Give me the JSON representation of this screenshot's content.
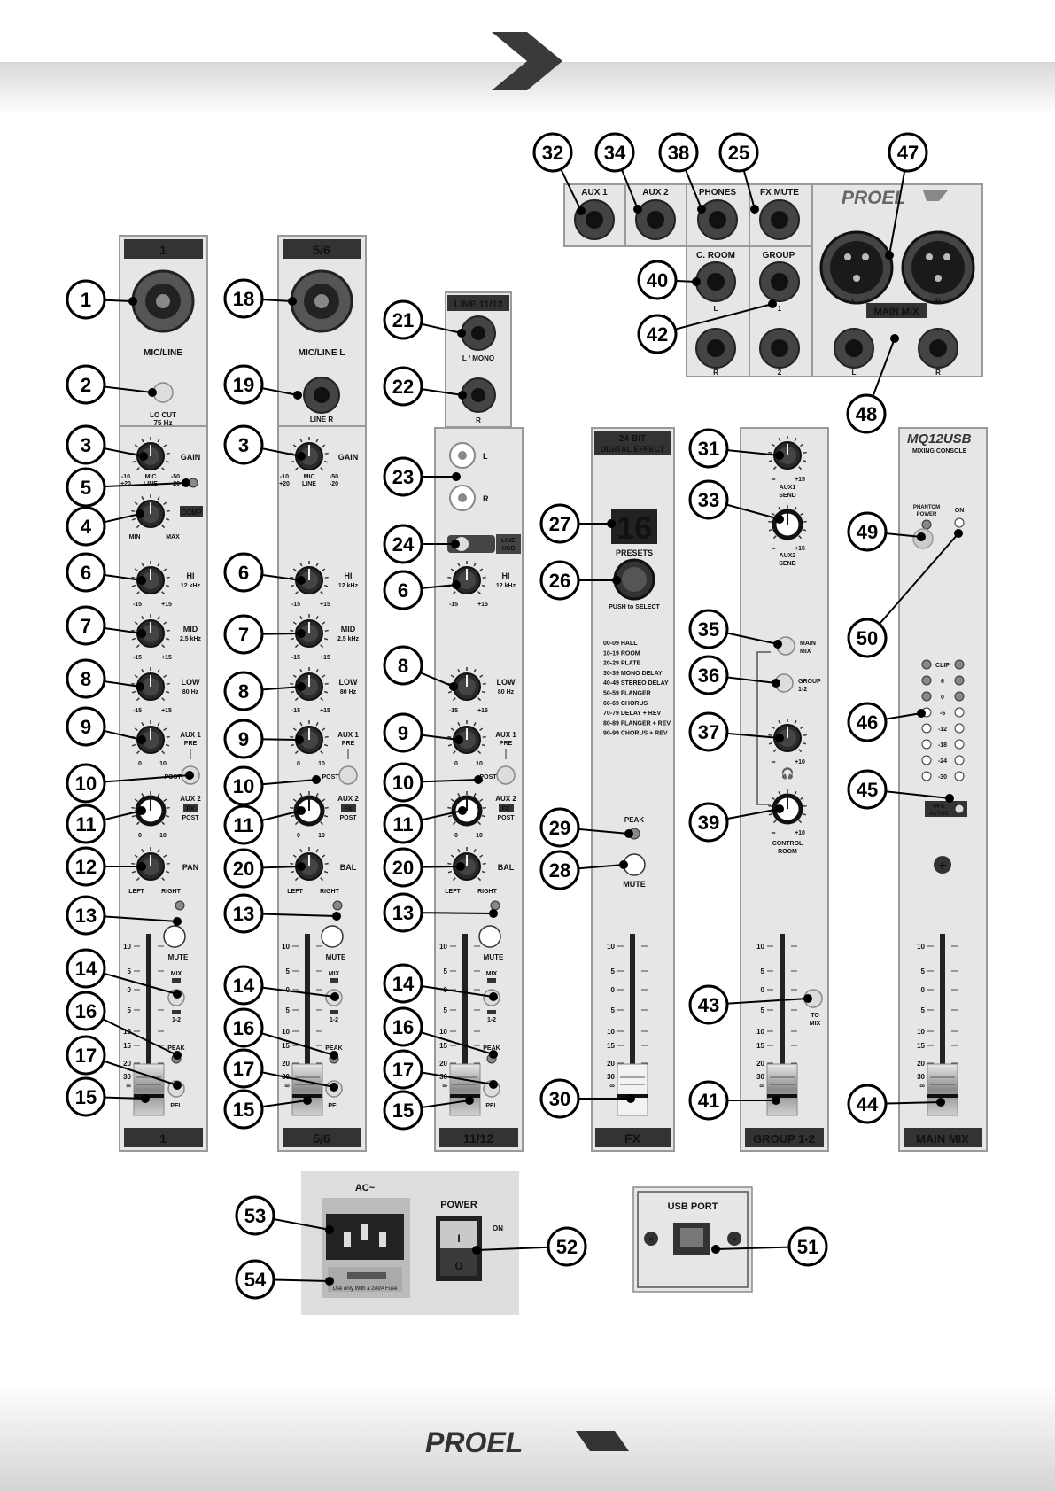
{
  "brand": {
    "logo": "PROEL",
    "model": "MQ12USB",
    "model_sub": "MIXING CONSOLE"
  },
  "strips": [
    {
      "id": "ch1",
      "top": "1",
      "bottom": "1",
      "connector": "MIC/LINE",
      "locut": "LO CUT",
      "locut_freq": "75 Hz",
      "gain": "GAIN",
      "gain_range": [
        "-10",
        "MIC",
        "-50"
      ],
      "gain_range2": [
        "+20",
        "LINE",
        "-20"
      ],
      "comp": "COMP",
      "comp_range": [
        "MIN",
        "MAX"
      ],
      "eq": [
        {
          "label": "HI",
          "freq": "12 kHz"
        },
        {
          "label": "MID",
          "freq": "2.5 kHz"
        },
        {
          "label": "LOW",
          "freq": "80 Hz"
        }
      ],
      "eq_range": [
        "-15",
        "+15"
      ],
      "aux1": [
        "AUX 1",
        "PRE"
      ],
      "aux_range": [
        "0",
        "10"
      ],
      "post": "POST",
      "aux2": [
        "AUX 2",
        "FX",
        "POST"
      ],
      "pan": "PAN",
      "pan_range": [
        "LEFT",
        "RIGHT"
      ],
      "mute": "MUTE",
      "mix": "MIX",
      "grp": "1-2",
      "peak": "PEAK",
      "pfl": "PFL"
    },
    {
      "id": "ch56",
      "top": "5/6",
      "bottom": "5/6",
      "connector": "MIC/LINE L",
      "line_r": "LINE R",
      "gain": "GAIN",
      "gain_range": [
        "-10",
        "MIC",
        "-50"
      ],
      "gain_range2": [
        "+20",
        "LINE",
        "-20"
      ],
      "eq": [
        {
          "label": "HI",
          "freq": "12 kHz"
        },
        {
          "label": "MID",
          "freq": "2.5 kHz"
        },
        {
          "label": "LOW",
          "freq": "80 Hz"
        }
      ],
      "eq_range": [
        "-15",
        "+15"
      ],
      "aux1": [
        "AUX 1",
        "PRE"
      ],
      "aux_range": [
        "0",
        "10"
      ],
      "post": "POST",
      "aux2": [
        "AUX 2",
        "FX",
        "POST"
      ],
      "pan": "BAL",
      "pan_range": [
        "LEFT",
        "RIGHT"
      ],
      "mute": "MUTE",
      "mix": "MIX",
      "grp": "1-2",
      "peak": "PEAK",
      "pfl": "PFL"
    },
    {
      "id": "ch1112",
      "top": "LINE 11/12",
      "bottom": "11/12",
      "jack1": "L / MONO",
      "jack2": "R",
      "rca_l": "L",
      "rca_r": "R",
      "sw": [
        "LINE",
        "USB"
      ],
      "eq": [
        {
          "label": "HI",
          "freq": "12 kHz"
        },
        {
          "label": "LOW",
          "freq": "80 Hz"
        }
      ],
      "eq_range": [
        "-15",
        "+15"
      ],
      "aux1": [
        "AUX 1",
        "PRE"
      ],
      "aux_range": [
        "0",
        "10"
      ],
      "post": "POST",
      "aux2": [
        "AUX 2",
        "FX",
        "POST"
      ],
      "pan": "BAL",
      "pan_range": [
        "LEFT",
        "RIGHT"
      ],
      "mute": "MUTE",
      "mix": "MIX",
      "grp": "1-2",
      "peak": "PEAK",
      "pfl": "PFL"
    }
  ],
  "fx": {
    "top": [
      "24-BIT",
      "DIGITAL EFFECT"
    ],
    "display": "16",
    "presets": "PRESETS",
    "push": "PUSH to SELECT",
    "list": [
      "00-09 HALL",
      "10-19 ROOM",
      "20-29 PLATE",
      "30-39 MONO DELAY",
      "40-49 STEREO DELAY",
      "50-59 FLANGER",
      "60-69 CHORUS",
      "70-79 DELAY + REV",
      "80-89 FLANGER + REV",
      "90-99 CHORUS + REV"
    ],
    "peak": "PEAK",
    "mute": "MUTE",
    "bottom": "FX"
  },
  "group": {
    "aux1_send": [
      "AUX1",
      "SEND"
    ],
    "aux2_send": [
      "AUX2",
      "SEND"
    ],
    "send_range": [
      "∞",
      "+15"
    ],
    "main_mix": [
      "MAIN",
      "MIX"
    ],
    "group12": [
      "GROUP",
      "1-2"
    ],
    "phones_range": [
      "∞",
      "+10"
    ],
    "control_room": [
      "CONTROL",
      "ROOM"
    ],
    "to_mix": [
      "TO",
      "MIX"
    ],
    "bottom": "GROUP 1-2"
  },
  "main": {
    "phantom": [
      "PHANTOM",
      "POWER"
    ],
    "on": "ON",
    "meter": [
      "CLIP",
      "6",
      "0",
      "-6",
      "-12",
      "-18",
      "-24",
      "-30"
    ],
    "pfl_active": [
      "PFL",
      "ACTIVE"
    ],
    "bottom": "MAIN MIX"
  },
  "rear": {
    "jacks": [
      "AUX 1",
      "AUX 2",
      "PHONES",
      "FX MUTE"
    ],
    "croom": "C. ROOM",
    "group": "GROUP",
    "croom_lr": [
      "L",
      "R"
    ],
    "group_12": [
      "1",
      "2"
    ],
    "main_mix": "MAIN MIX",
    "xlr_lr": [
      "L",
      "R"
    ],
    "trs_lr": [
      "L",
      "R"
    ]
  },
  "fader_scale": [
    "10",
    "5",
    "0",
    "5",
    "10",
    "15",
    "20",
    "30",
    "∞"
  ],
  "power": {
    "ac": "AC~",
    "power": "POWER",
    "on": "ON",
    "i": "I",
    "o": "O",
    "fuse": "Use only With a 2AVA Fuse"
  },
  "usb": {
    "label": "USB PORT"
  },
  "callouts": [
    "1",
    "2",
    "3",
    "4",
    "5",
    "6",
    "7",
    "8",
    "9",
    "10",
    "11",
    "12",
    "13",
    "14",
    "15",
    "16",
    "17",
    "18",
    "19",
    "20",
    "21",
    "22",
    "23",
    "24",
    "25",
    "26",
    "27",
    "28",
    "29",
    "30",
    "31",
    "32",
    "33",
    "34",
    "35",
    "36",
    "37",
    "38",
    "39",
    "40",
    "41",
    "42",
    "43",
    "44",
    "45",
    "46",
    "47",
    "48",
    "49",
    "50",
    "51",
    "52",
    "53",
    "54"
  ]
}
